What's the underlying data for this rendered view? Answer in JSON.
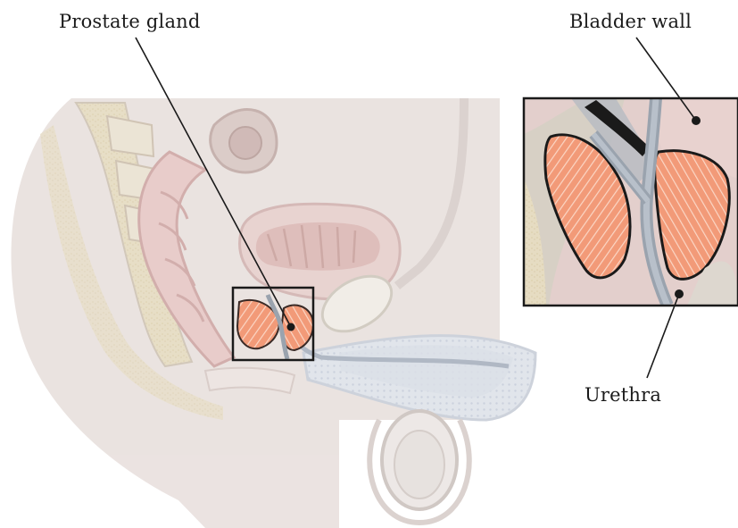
{
  "labels": {
    "prostate": "Prostate gland",
    "bladder_wall": "Bladder wall",
    "urethra": "Urethra"
  },
  "colors": {
    "background": "#ffffff",
    "tissue_faded": "#e8dfdc",
    "muscle_pink": "#e7c8c6",
    "prostate_orange": "#f08a64",
    "outline": "#1a1a1a"
  }
}
